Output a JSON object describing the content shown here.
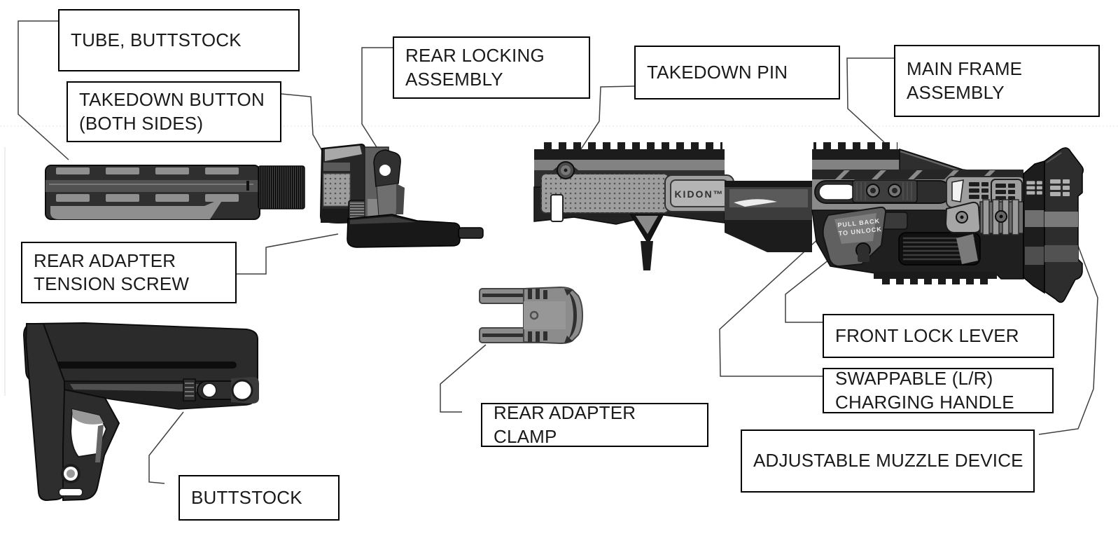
{
  "diagram": {
    "background_color": "#ffffff",
    "leader_line_color": "#3f3f3f",
    "box_border_color": "#000000",
    "labels": [
      {
        "id": "tube-buttstock",
        "text": "TUBE, BUTTSTOCK"
      },
      {
        "id": "takedown-button",
        "text": "TAKEDOWN BUTTON\n(BOTH SIDES)"
      },
      {
        "id": "rear-locking-assembly",
        "text": "REAR LOCKING\nASSEMBLY"
      },
      {
        "id": "takedown-pin",
        "text": "TAKEDOWN PIN"
      },
      {
        "id": "main-frame-assembly",
        "text": "MAIN FRAME\nASSEMBLY"
      },
      {
        "id": "rear-adapter-tension-screw",
        "text": "REAR ADAPTER\nTENSION SCREW"
      },
      {
        "id": "rear-adapter-clamp",
        "text": "REAR ADAPTER CLAMP"
      },
      {
        "id": "front-lock-lever",
        "text": "FRONT LOCK LEVER"
      },
      {
        "id": "swappable-charging-handle",
        "text": "SWAPPABLE (L/R)\nCHARGING HANDLE"
      },
      {
        "id": "adjustable-muzzle-device",
        "text": "ADJUSTABLE MUZZLE DEVICE"
      },
      {
        "id": "buttstock",
        "text": "BUTTSTOCK"
      }
    ],
    "frame_markings": {
      "logo": "KIDON™",
      "lock_instruction_line1": "PULL BACK",
      "lock_instruction_line2": "TO UNLOCK"
    }
  }
}
